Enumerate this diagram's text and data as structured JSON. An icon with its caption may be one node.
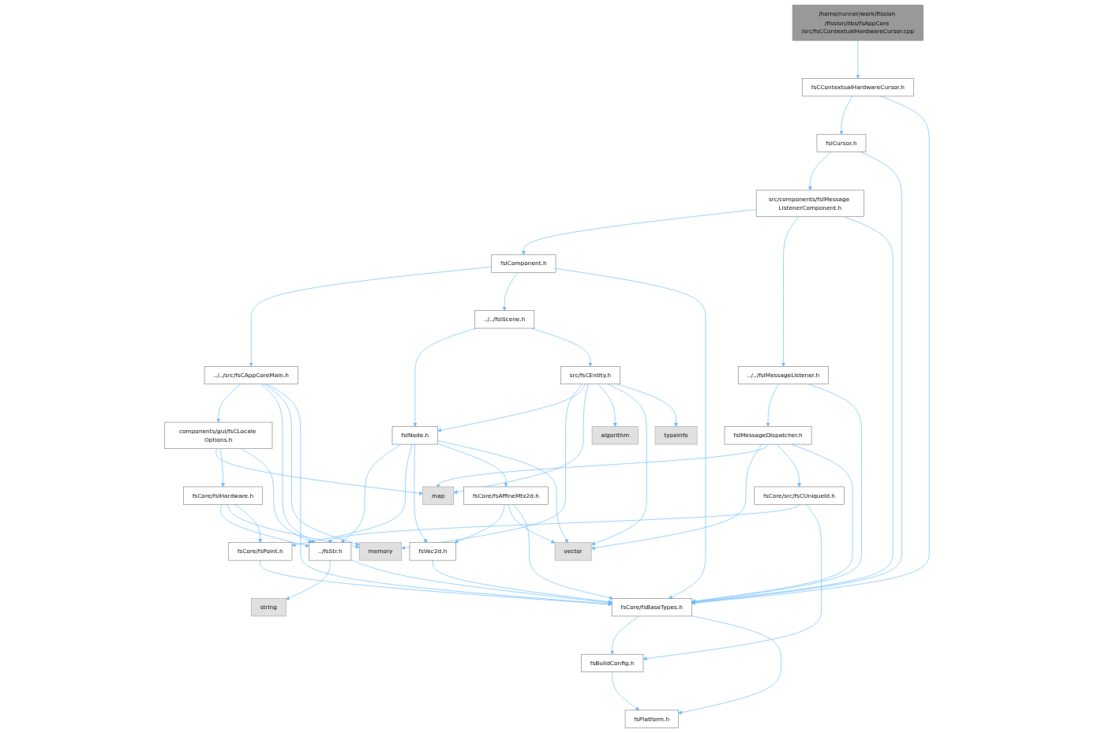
{
  "diagram": {
    "nodes": [
      {
        "text": [
          "/home/runner/work/fission /fission/libs/fsAppCore /src/fsCContextualHardwareCursor.cpp"
        ]
      },
      {
        "text": [
          "fsCContextualHardwareCursor.h"
        ]
      },
      {
        "text": [
          "fsICursor.h"
        ]
      },
      {
        "text": [
          "src/components/fsIMessage ListenerComponent.h"
        ]
      },
      {
        "text": [
          "fsIComponent.h"
        ]
      },
      {
        "text": [
          "../../fsIScene.h"
        ]
      },
      {
        "text": [
          "../../src/fsCAppCoreMain.h"
        ]
      },
      {
        "text": [
          "src/fsCEntity.h"
        ]
      },
      {
        "text": [
          "../../fsIMessageListener.h"
        ]
      },
      {
        "text": [
          "components/gui/fsCLocale Options.h"
        ]
      },
      {
        "text": [
          "fsINode.h"
        ]
      },
      {
        "text": [
          "algorithm"
        ]
      },
      {
        "text": [
          "typeinfo"
        ]
      },
      {
        "text": [
          "fsIMessageDispatcher.h"
        ]
      },
      {
        "text": [
          "map"
        ]
      },
      {
        "text": [
          "fsCore/fsIHardware.h"
        ]
      },
      {
        "text": [
          "fsCore/fsAffineMtx2d.h"
        ]
      },
      {
        "text": [
          "fsCore/src/fsCUniqueId.h"
        ]
      },
      {
        "text": [
          "../fsStr.h"
        ]
      },
      {
        "text": [
          "memory"
        ]
      },
      {
        "text": [
          "fsCore/fsPoint.h"
        ]
      },
      {
        "text": [
          "fsVec2d.h"
        ]
      },
      {
        "text": [
          "vector"
        ]
      },
      {
        "text": [
          "string"
        ]
      },
      {
        "text": [
          "fsCore/fsBaseTypes.h"
        ]
      },
      {
        "text": [
          "fsBuildConfig.h"
        ]
      },
      {
        "text": [
          "fsPlatform.h"
        ]
      }
    ],
    "edges": [
      {
        "from": 0,
        "to": 1,
        "arrow": "to"
      },
      {
        "from": 1,
        "to": 2,
        "arrow": "to"
      },
      {
        "from": 1,
        "to": 24,
        "arrow": "to"
      },
      {
        "from": 2,
        "to": 3,
        "arrow": "to"
      },
      {
        "from": 2,
        "to": 24,
        "arrow": "to"
      },
      {
        "from": 3,
        "to": 4,
        "arrow": "to"
      },
      {
        "from": 3,
        "to": 8,
        "arrow": "to"
      },
      {
        "from": 3,
        "to": 24,
        "arrow": "to"
      },
      {
        "from": 4,
        "to": 6,
        "arrow": "to"
      },
      {
        "from": 4,
        "to": 5,
        "arrow": "to"
      },
      {
        "from": 4,
        "to": 24,
        "arrow": "to"
      },
      {
        "from": 5,
        "to": 10,
        "arrow": "to"
      },
      {
        "from": 5,
        "to": 7,
        "arrow": "to"
      },
      {
        "from": 6,
        "to": 9,
        "arrow": "to"
      },
      {
        "from": 6,
        "to": 18,
        "arrow": "to"
      },
      {
        "from": 6,
        "to": 19,
        "arrow": "to"
      },
      {
        "from": 6,
        "to": 24,
        "arrow": "to"
      },
      {
        "from": 7,
        "to": 19,
        "arrow": "to"
      },
      {
        "from": 7,
        "to": 10,
        "arrow": "to"
      },
      {
        "from": 7,
        "to": 14,
        "arrow": "to"
      },
      {
        "from": 7,
        "to": 11,
        "arrow": "to"
      },
      {
        "from": 7,
        "to": 22,
        "arrow": "to"
      },
      {
        "from": 7,
        "to": 12,
        "arrow": "to"
      },
      {
        "from": 8,
        "to": 13,
        "arrow": "to"
      },
      {
        "from": 8,
        "to": 24,
        "arrow": "to"
      },
      {
        "from": 9,
        "to": 14,
        "arrow": "to"
      },
      {
        "from": 9,
        "to": 15,
        "arrow": "to"
      },
      {
        "from": 9,
        "to": 18,
        "arrow": "to"
      },
      {
        "from": 10,
        "to": 18,
        "arrow": "to"
      },
      {
        "from": 10,
        "to": 20,
        "arrow": "to"
      },
      {
        "from": 10,
        "to": 21,
        "arrow": "to"
      },
      {
        "from": 10,
        "to": 16,
        "arrow": "to"
      },
      {
        "from": 10,
        "to": 22,
        "arrow": "to"
      },
      {
        "from": 13,
        "to": 14,
        "arrow": "to"
      },
      {
        "from": 13,
        "to": 22,
        "arrow": "to"
      },
      {
        "from": 13,
        "to": 17,
        "arrow": "to"
      },
      {
        "from": 13,
        "to": 24,
        "arrow": "to"
      },
      {
        "from": 15,
        "to": 18,
        "arrow": "to"
      },
      {
        "from": 15,
        "to": 19,
        "arrow": "to"
      },
      {
        "from": 15,
        "to": 20,
        "arrow": "to"
      },
      {
        "from": 16,
        "to": 21,
        "arrow": "to"
      },
      {
        "from": 16,
        "to": 22,
        "arrow": "to"
      },
      {
        "from": 16,
        "to": 24,
        "arrow": "to"
      },
      {
        "from": 17,
        "to": 18,
        "arrow": "to"
      },
      {
        "from": 17,
        "to": 25,
        "arrow": "to"
      },
      {
        "from": 18,
        "to": 23,
        "arrow": "to"
      },
      {
        "from": 18,
        "to": 24,
        "arrow": "to"
      },
      {
        "from": 20,
        "to": 24,
        "arrow": "to"
      },
      {
        "from": 21,
        "to": 24,
        "arrow": "to"
      },
      {
        "from": 24,
        "to": 25,
        "arrow": "to"
      },
      {
        "from": 24,
        "to": 26,
        "arrow": "to"
      },
      {
        "from": 25,
        "to": 26,
        "arrow": "to"
      }
    ]
  }
}
